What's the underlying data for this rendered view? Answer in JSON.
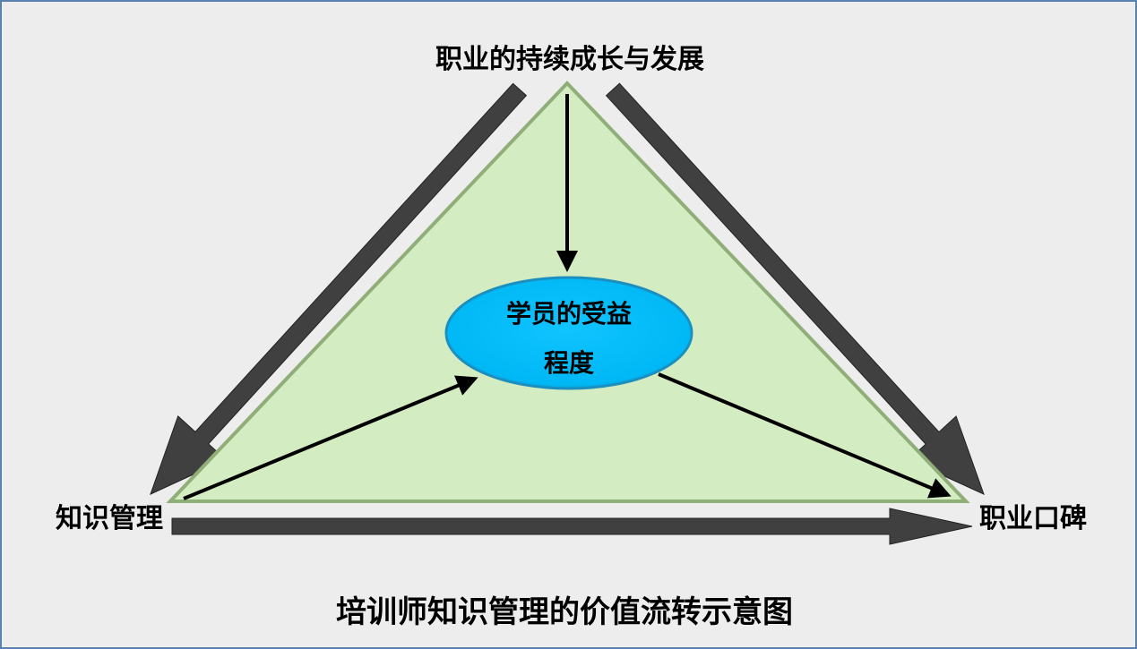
{
  "diagram": {
    "top_node": "职业的持续成长与发展",
    "left_node": "知识管理",
    "right_node": "职业口碑",
    "center_node_line1": "学员的受益",
    "center_node_line2": "程度",
    "caption": "培训师知识管理的价值流转示意图"
  },
  "colors": {
    "background": "#ededed",
    "triangle_fill": "#d4ecc2",
    "ellipse_fill": "#00bfff",
    "block_arrow": "#404040"
  }
}
